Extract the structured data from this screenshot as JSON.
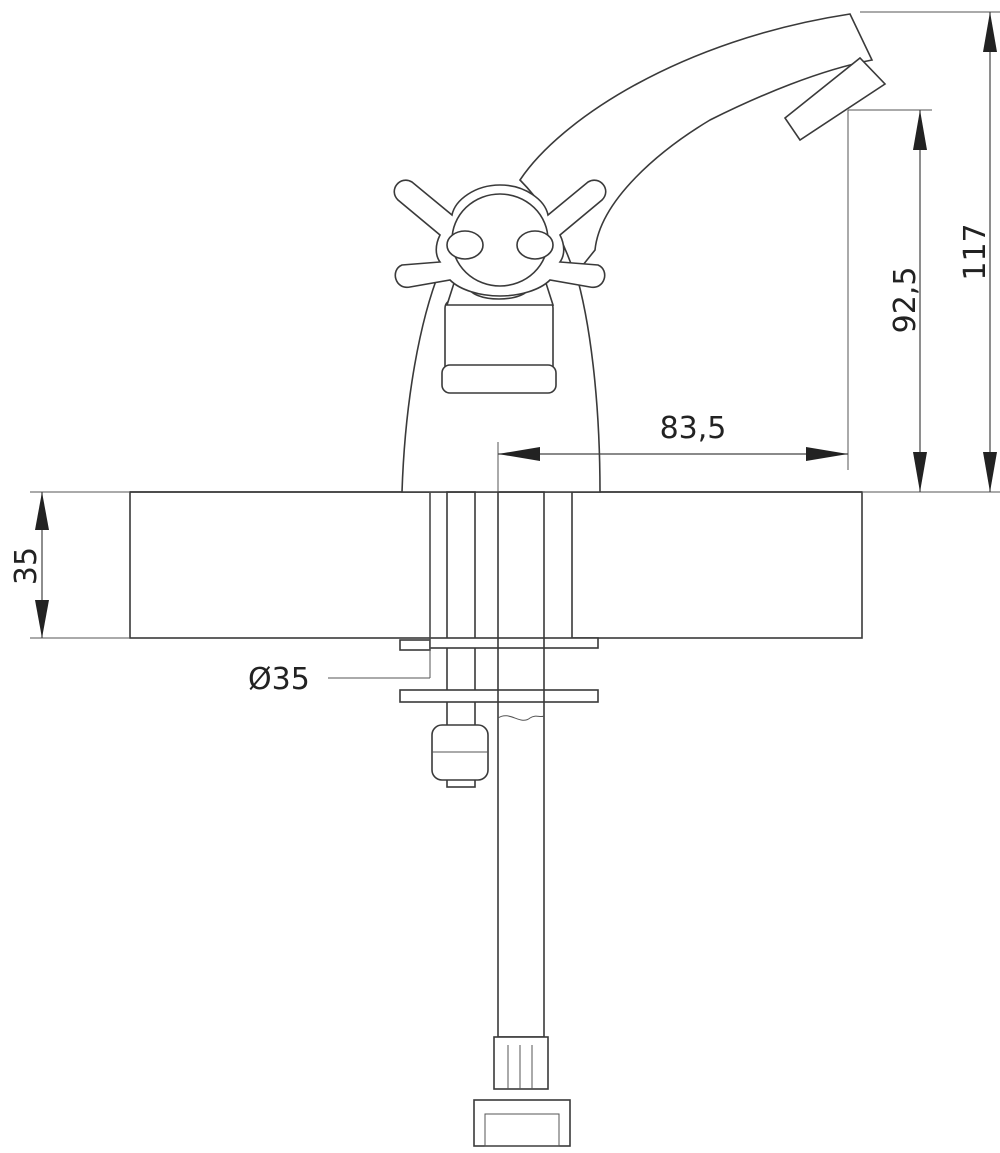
{
  "dimensions": {
    "total_height": "117",
    "spout_height": "92,5",
    "spout_reach": "83,5",
    "countertop_thickness": "35",
    "hole_diameter": "Ø35"
  }
}
